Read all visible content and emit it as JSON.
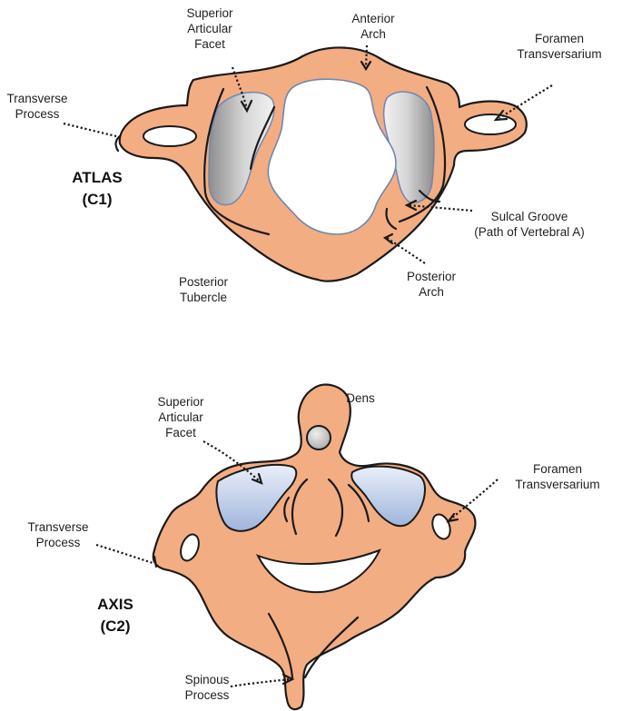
{
  "atlas": {
    "title": [
      "ATLAS",
      "(C1)"
    ],
    "labels": {
      "superior_articular_facet": [
        "Superior",
        "Articular",
        "Facet"
      ],
      "anterior_arch": [
        "Anterior",
        "Arch"
      ],
      "foramen_transversarium": [
        "Foramen",
        "Transversarium"
      ],
      "transverse_process": [
        "Transverse",
        "Process"
      ],
      "sulcal_groove": [
        "Sulcal Groove",
        "(Path of Vertebral A)"
      ],
      "posterior_tubercle": [
        "Posterior",
        "Tubercle"
      ],
      "posterior_arch": [
        "Posterior",
        "Arch"
      ]
    }
  },
  "axis": {
    "title": [
      "AXIS",
      "(C2)"
    ],
    "labels": {
      "dens": [
        "Dens"
      ],
      "superior_articular_facet": [
        "Superior",
        "Articular",
        "Facet"
      ],
      "foramen_transversarium": [
        "Foramen",
        "Transversarium"
      ],
      "transverse_process": [
        "Transverse",
        "Process"
      ],
      "spinous_process": [
        "Spinous",
        "Process"
      ]
    }
  },
  "colors": {
    "bone": "#f3ad82",
    "facet_atlas": "#cfcfcf",
    "facet_axis": "#b9c9e6",
    "outline": "#1a1a1a",
    "canal_outline": "#6f87b0"
  }
}
